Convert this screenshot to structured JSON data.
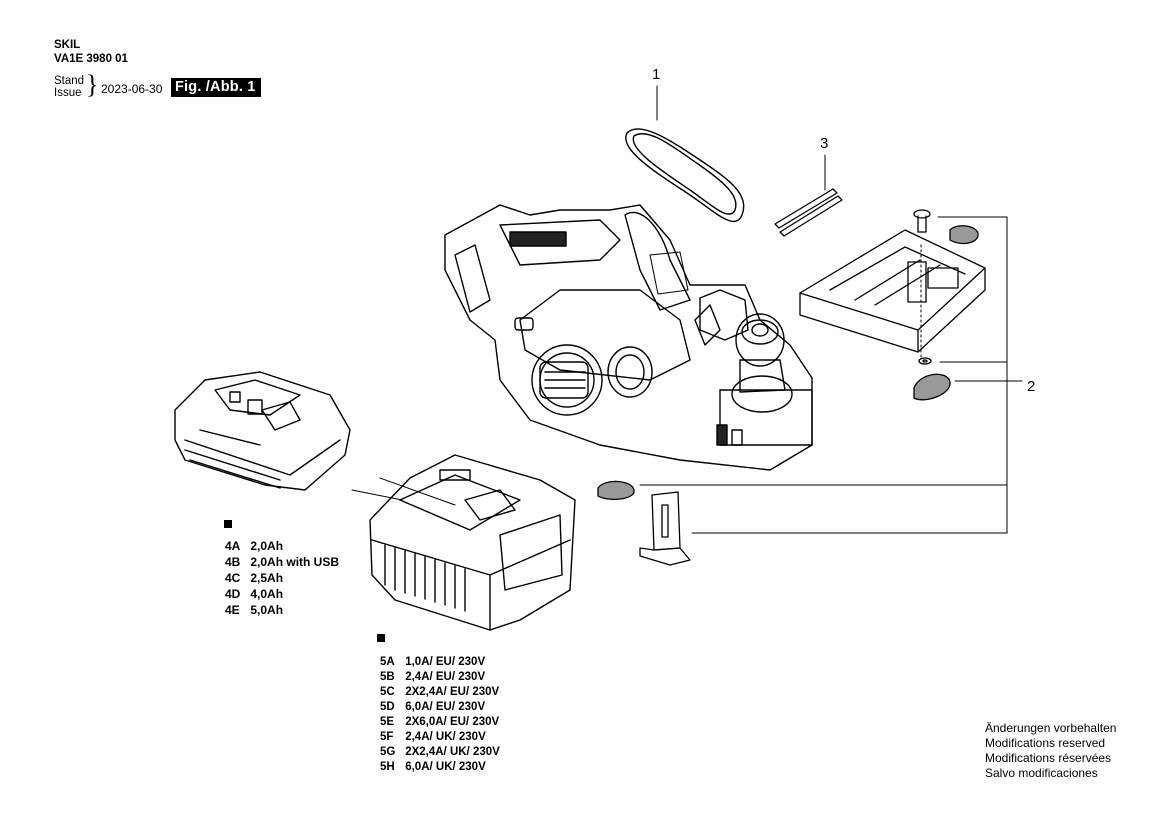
{
  "header": {
    "brand": "SKIL",
    "doc_number": "VA1E 3980 01",
    "stand_label": "Stand",
    "issue_label": "Issue",
    "date": "2023-06-30",
    "figure_label": "Fig. /Abb. 1"
  },
  "callouts": [
    "1",
    "3",
    "2"
  ],
  "batteries": {
    "items": [
      {
        "code": "4A",
        "desc": "2,0Ah"
      },
      {
        "code": "4B",
        "desc": "2,0Ah with USB"
      },
      {
        "code": "4C",
        "desc": "2,5Ah"
      },
      {
        "code": "4D",
        "desc": "4,0Ah"
      },
      {
        "code": "4E",
        "desc": "5,0Ah"
      }
    ]
  },
  "chargers": {
    "items": [
      {
        "code": "5A",
        "desc": "1,0A/ EU/ 230V"
      },
      {
        "code": "5B",
        "desc": "2,4A/  EU/ 230V"
      },
      {
        "code": "5C",
        "desc": "2X2,4A/ EU/ 230V"
      },
      {
        "code": "5D",
        "desc": "6,0A/ EU/ 230V"
      },
      {
        "code": "5E",
        "desc": "2X6,0A/ EU/ 230V"
      },
      {
        "code": "5F",
        "desc": "2,4A/  UK/ 230V"
      },
      {
        "code": "5G",
        "desc": "2X2,4A/ UK/ 230V"
      },
      {
        "code": "5H",
        "desc": "6,0A/ UK/ 230V"
      }
    ]
  },
  "modifications": [
    "Änderungen vorbehalten",
    "Modifications reserved",
    "Modifications réservées",
    "Salvo modificaciones"
  ]
}
